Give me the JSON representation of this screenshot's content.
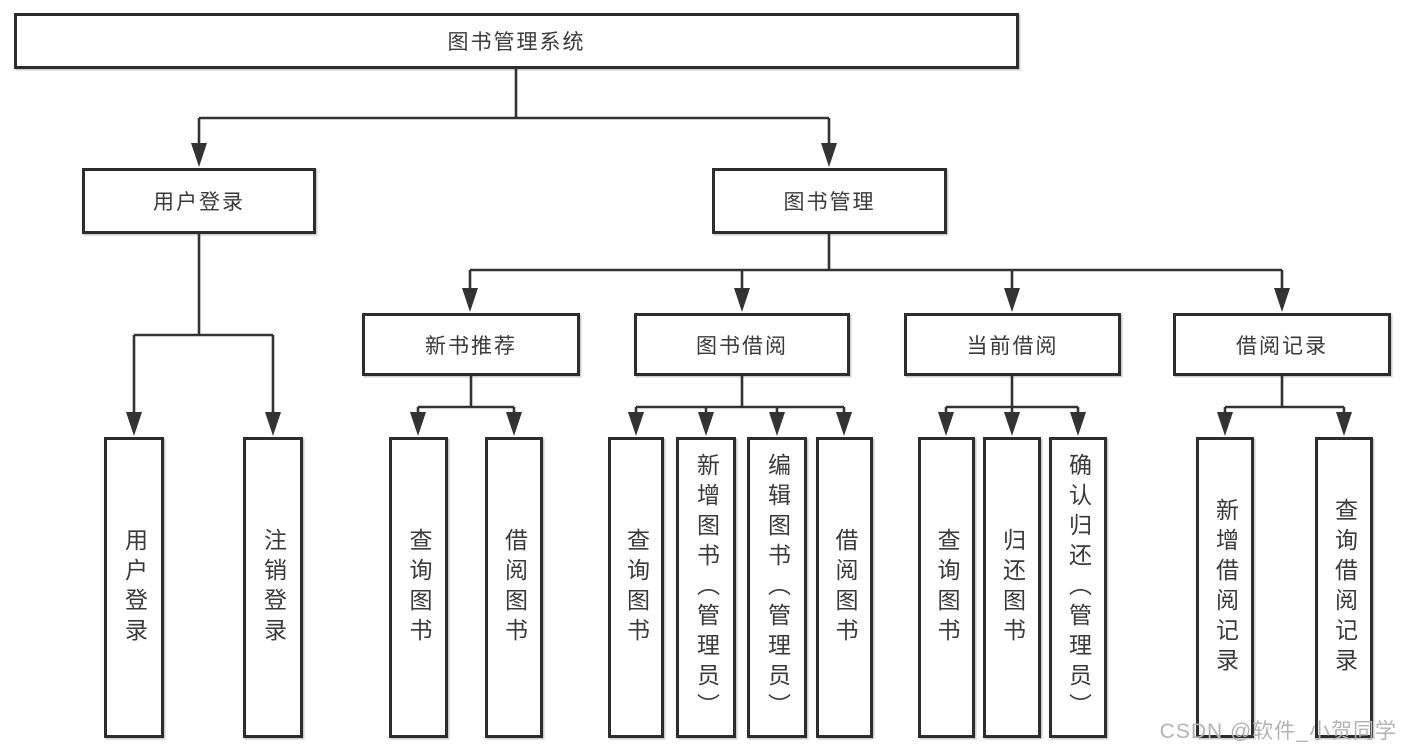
{
  "diagram": {
    "title": "图书管理系统",
    "branches": {
      "user_login": {
        "label": "用户登录",
        "children": [
          "用户登录",
          "注销登录"
        ]
      },
      "book_management": {
        "label": "图书管理",
        "children": [
          {
            "label": "新书推荐",
            "children": [
              "查询图书",
              "借阅图书"
            ]
          },
          {
            "label": "图书借阅",
            "children": [
              "查询图书",
              "新增图书（管理员）",
              "编辑图书（管理员）",
              "借阅图书"
            ]
          },
          {
            "label": "当前借阅",
            "children": [
              "查询图书",
              "归还图书",
              "确认归还（管理员）"
            ]
          },
          {
            "label": "借阅记录",
            "children": [
              "新增借阅记录",
              "查询借阅记录"
            ]
          }
        ]
      }
    }
  },
  "watermark": "CSDN @软件_小贺同学",
  "colors": {
    "line": "#333333",
    "box_border": "#2d2d2d",
    "text": "#3a3a3a",
    "watermark": "#b4b4b4",
    "background": "#ffffff"
  }
}
